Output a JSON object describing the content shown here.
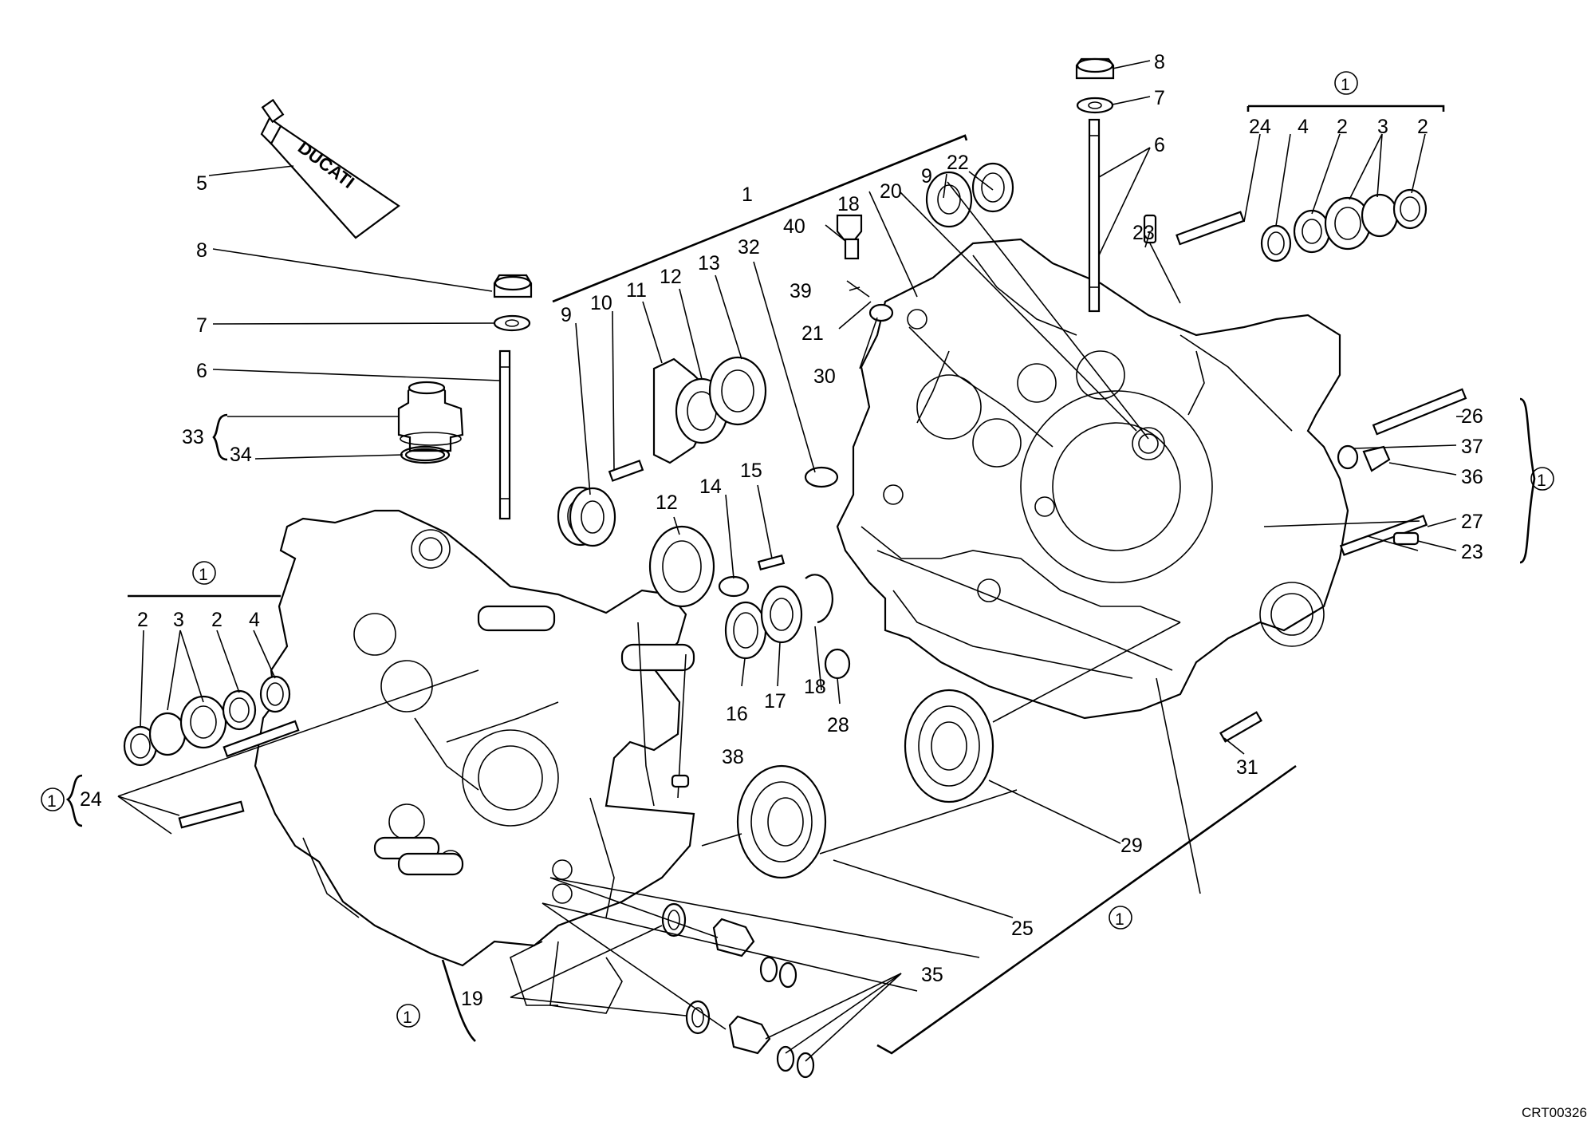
{
  "drawing_code": "CRT00326",
  "kit_symbol": "1",
  "tube_brand": "DUCATI",
  "callouts": {
    "c1": "1",
    "c2": "2",
    "c3": "3",
    "c4": "4",
    "c5": "5",
    "c6": "6",
    "c7": "7",
    "c8": "8",
    "c9": "9",
    "c10": "10",
    "c11": "11",
    "c12": "12",
    "c13": "13",
    "c14": "14",
    "c15": "15",
    "c16": "16",
    "c17": "17",
    "c18": "18",
    "c19": "19",
    "c20": "20",
    "c21": "21",
    "c22": "22",
    "c23": "23",
    "c24": "24",
    "c25": "25",
    "c26": "26",
    "c27": "27",
    "c28": "28",
    "c29": "29",
    "c30": "30",
    "c31": "31",
    "c32": "32",
    "c33": "33",
    "c34": "34",
    "c35": "35",
    "c36": "36",
    "c37": "37",
    "c38": "38",
    "c39": "39",
    "c40": "40"
  }
}
